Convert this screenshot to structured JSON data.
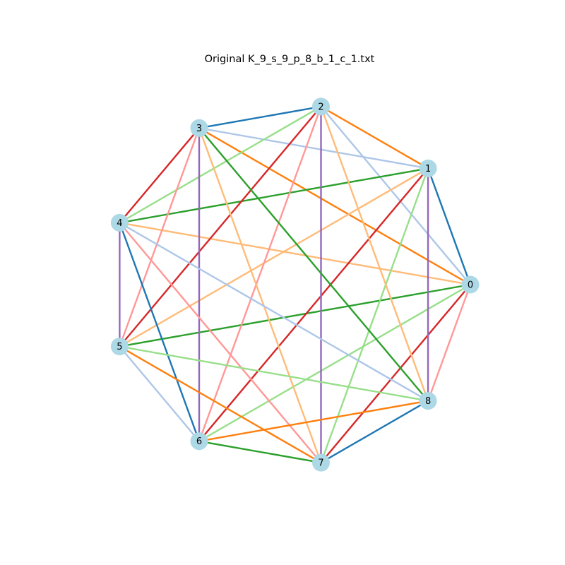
{
  "title": "Original K_9_s_9_p_8_b_1_c_1.txt",
  "graph": {
    "node_color": "#add8e6",
    "nodes": [
      "0",
      "1",
      "2",
      "3",
      "4",
      "5",
      "6",
      "7",
      "8"
    ],
    "edges": [
      {
        "source": "0",
        "target": "1",
        "color": "#1f77b4"
      },
      {
        "source": "0",
        "target": "2",
        "color": "#aec7e8"
      },
      {
        "source": "0",
        "target": "3",
        "color": "#ff7f0e"
      },
      {
        "source": "0",
        "target": "4",
        "color": "#ffbb78"
      },
      {
        "source": "0",
        "target": "5",
        "color": "#2ca02c"
      },
      {
        "source": "0",
        "target": "6",
        "color": "#98df8a"
      },
      {
        "source": "0",
        "target": "7",
        "color": "#d62728"
      },
      {
        "source": "0",
        "target": "8",
        "color": "#ff9896"
      },
      {
        "source": "1",
        "target": "2",
        "color": "#ff7f0e"
      },
      {
        "source": "1",
        "target": "3",
        "color": "#aec7e8"
      },
      {
        "source": "1",
        "target": "4",
        "color": "#2ca02c"
      },
      {
        "source": "1",
        "target": "5",
        "color": "#ffbb78"
      },
      {
        "source": "1",
        "target": "6",
        "color": "#d62728"
      },
      {
        "source": "1",
        "target": "7",
        "color": "#98df8a"
      },
      {
        "source": "1",
        "target": "8",
        "color": "#9467bd"
      },
      {
        "source": "2",
        "target": "3",
        "color": "#1f77b4"
      },
      {
        "source": "2",
        "target": "4",
        "color": "#98df8a"
      },
      {
        "source": "2",
        "target": "5",
        "color": "#d62728"
      },
      {
        "source": "2",
        "target": "6",
        "color": "#ff9896"
      },
      {
        "source": "2",
        "target": "7",
        "color": "#9467bd"
      },
      {
        "source": "2",
        "target": "8",
        "color": "#ffbb78"
      },
      {
        "source": "3",
        "target": "4",
        "color": "#d62728"
      },
      {
        "source": "3",
        "target": "5",
        "color": "#ff9896"
      },
      {
        "source": "3",
        "target": "6",
        "color": "#9467bd"
      },
      {
        "source": "3",
        "target": "7",
        "color": "#ffbb78"
      },
      {
        "source": "3",
        "target": "8",
        "color": "#2ca02c"
      },
      {
        "source": "4",
        "target": "5",
        "color": "#9467bd"
      },
      {
        "source": "4",
        "target": "6",
        "color": "#1f77b4"
      },
      {
        "source": "4",
        "target": "7",
        "color": "#ff9896"
      },
      {
        "source": "4",
        "target": "8",
        "color": "#aec7e8"
      },
      {
        "source": "5",
        "target": "6",
        "color": "#aec7e8"
      },
      {
        "source": "5",
        "target": "7",
        "color": "#ff7f0e"
      },
      {
        "source": "5",
        "target": "8",
        "color": "#98df8a"
      },
      {
        "source": "6",
        "target": "7",
        "color": "#2ca02c"
      },
      {
        "source": "6",
        "target": "8",
        "color": "#ff7f0e"
      },
      {
        "source": "7",
        "target": "8",
        "color": "#1f77b4"
      }
    ]
  }
}
